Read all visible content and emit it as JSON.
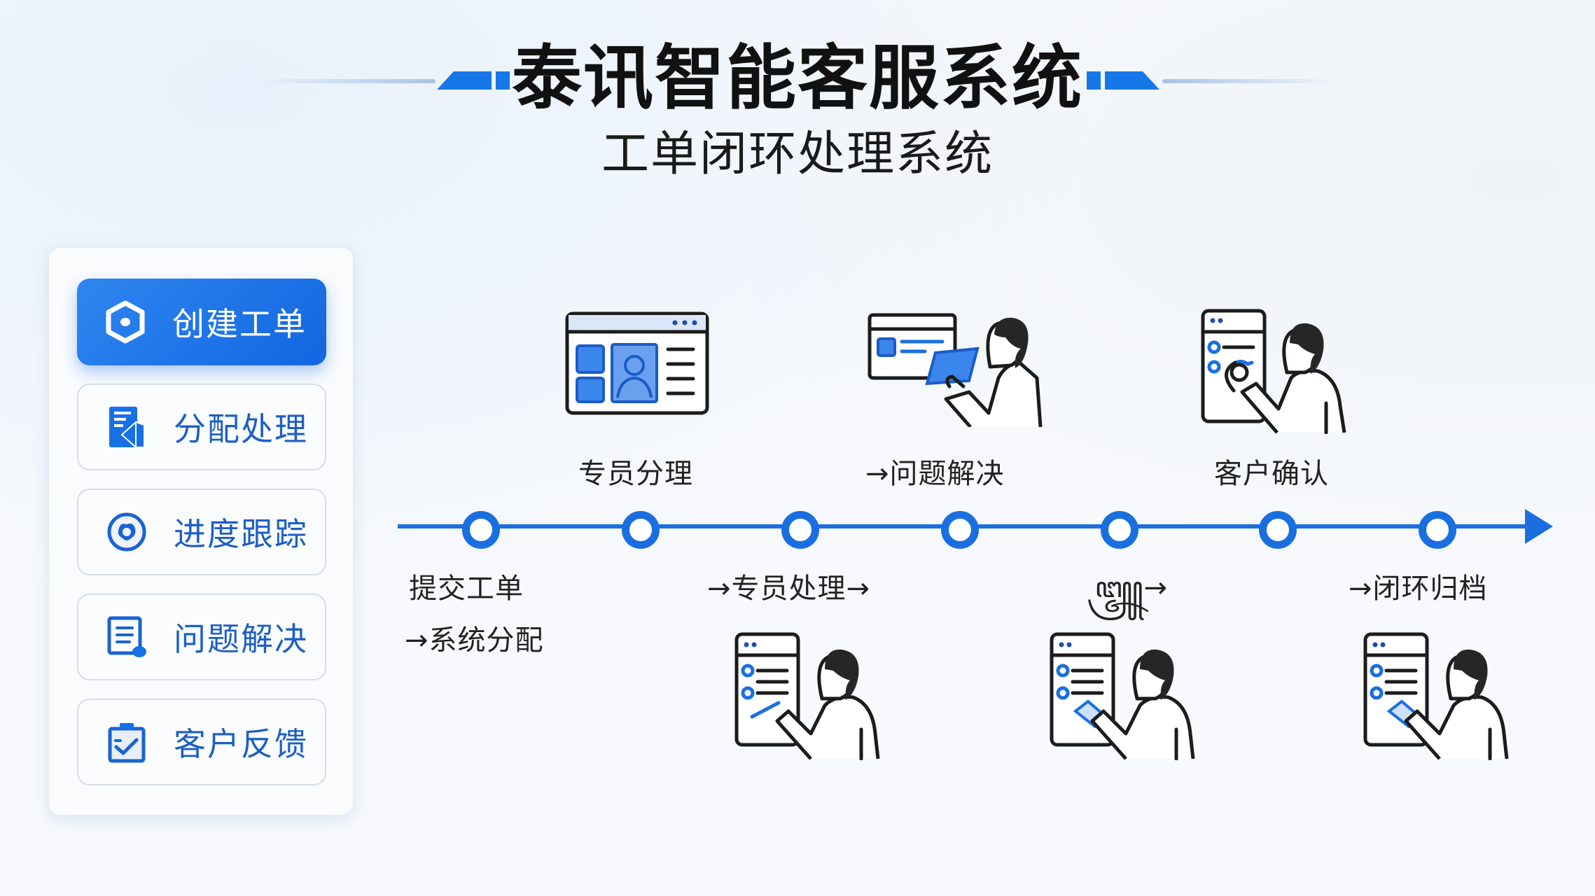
{
  "header": {
    "title": "泰讯智能客服系统",
    "subtitle": "工单闭环处理系统"
  },
  "colors": {
    "accent": "#1a6fe0",
    "active_button": "#1677e8",
    "nav_text": "#1d5fc4",
    "text_dark": "#1a1a1a",
    "background": "#f7f9fc"
  },
  "sidebar": {
    "items": [
      {
        "label": "创建工单",
        "icon": "hexagon-icon",
        "active": true
      },
      {
        "label": "分配处理",
        "icon": "document-assign-icon",
        "active": false
      },
      {
        "label": "进度跟踪",
        "icon": "progress-circle-icon",
        "active": false
      },
      {
        "label": "问题解决",
        "icon": "list-document-icon",
        "active": false
      },
      {
        "label": "客户反馈",
        "icon": "clipboard-check-icon",
        "active": false
      }
    ]
  },
  "timeline": {
    "node_count": 7,
    "top_labels": [
      {
        "text": "专员分理",
        "illustration": "profile-window-illustration"
      },
      {
        "text": "→问题解决",
        "illustration": "person-tablet-illustration"
      },
      {
        "text": "客户确认",
        "illustration": "person-touch-screen-illustration"
      }
    ],
    "bottom_labels": [
      {
        "line1": "提交工单",
        "line2": "→系统分配"
      },
      {
        "text": "→专员处理→",
        "illustration": "person-checklist-illustration"
      },
      {
        "text": "꧃→",
        "illustration": "person-checklist-illustration"
      },
      {
        "text": "→闭环归档",
        "illustration": "person-checklist-illustration"
      }
    ]
  }
}
